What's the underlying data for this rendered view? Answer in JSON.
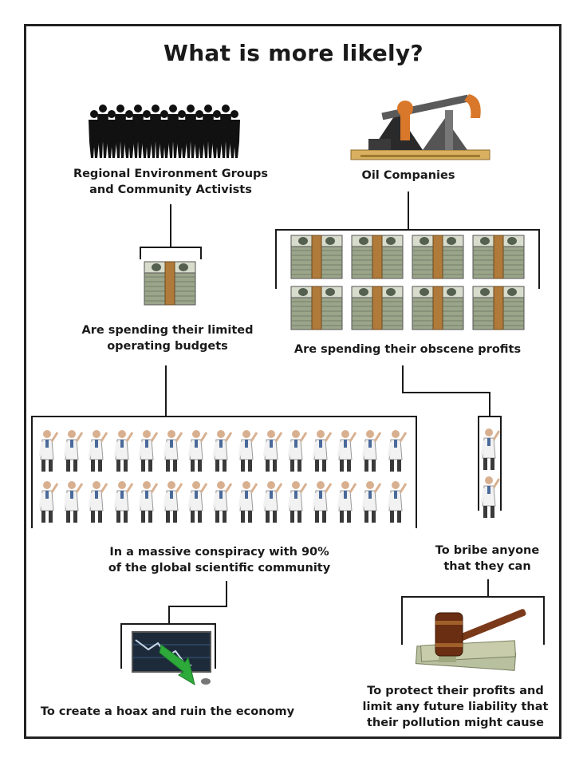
{
  "title": "What is more likely?",
  "nodes": {
    "activists": {
      "label_line1": "Regional Environment Groups",
      "label_line2": "and Community Activists",
      "icon": "crowd-silhouette-icon"
    },
    "oil": {
      "label": "Oil Companies",
      "icon": "oil-pump-jack-icon"
    },
    "limited_budget": {
      "label_line1": "Are spending their limited",
      "label_line2": "operating budgets",
      "icon": "money-stack-icon"
    },
    "obscene_profits": {
      "label": "Are spending their obscene profits",
      "icon": "money-stack-icon"
    },
    "conspiracy": {
      "label_line1": "In a massive conspiracy with 90%",
      "label_line2": "of the global scientific community",
      "icon": "scientist-icon"
    },
    "bribe": {
      "label_line1": "To bribe anyone",
      "label_line2": "that they can",
      "icon": "scientist-icon"
    },
    "hoax": {
      "label": "To create a hoax and ruin the economy",
      "icon": "stock-crash-chart-icon"
    },
    "protect": {
      "label_line1": "To protect their profits and",
      "label_line2": "limit any future liability that",
      "label_line3": "their pollution might cause",
      "icon": "gavel-on-money-icon"
    }
  },
  "colors": {
    "line": "#1a1a1a",
    "money_green": "#8a9a7a",
    "money_band": "#b07a3a",
    "pump_orange": "#d9782a",
    "arrow_green": "#2eaa3a"
  }
}
